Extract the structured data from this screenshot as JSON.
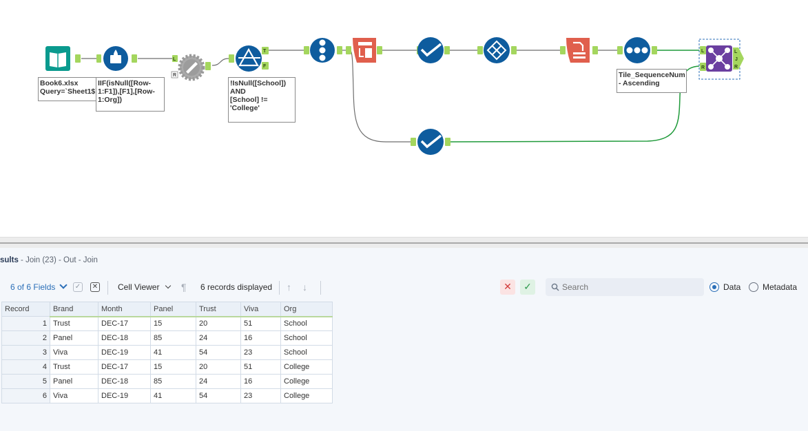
{
  "workflow": {
    "annotations": {
      "input": "Book6.xlsx\nQuery=`Sheet1$`",
      "formula": "IIF(isNull([Row-1:F1]),[F1],[Row-1:Org])",
      "filter": "!IsNull([School])\nAND\n[School] !=\n'College'",
      "sort": "Tile_SequenceNum - Ascending"
    },
    "anchors": {
      "left": "L",
      "right": "R",
      "true": "T",
      "false": "F",
      "join": "J"
    },
    "accent_colors": {
      "in_out": "#0a9a8e",
      "prep": "#0e5c9e",
      "transform": "#e05f4d",
      "join": "#6b3fa0",
      "connector": "#1f9a3a"
    }
  },
  "results": {
    "title_bold": "sults",
    "title_rest": " - Join (23) - Out - Join",
    "toolbar": {
      "fields": "6 of 6 Fields",
      "viewer": "Cell Viewer",
      "records": "6 records displayed",
      "search_placeholder": "Search",
      "data_option": "Data",
      "metadata_option": "Metadata"
    },
    "columns": [
      "Record",
      "Brand",
      "Month",
      "Panel",
      "Trust",
      "Viva",
      "Org"
    ],
    "rows": [
      [
        "1",
        "Trust",
        "DEC-17",
        "15",
        "20",
        "51",
        "School"
      ],
      [
        "2",
        "Panel",
        "DEC-18",
        "85",
        "24",
        "16",
        "School"
      ],
      [
        "3",
        "Viva",
        "DEC-19",
        "41",
        "54",
        "23",
        "School"
      ],
      [
        "4",
        "Trust",
        "DEC-17",
        "15",
        "20",
        "51",
        "College"
      ],
      [
        "5",
        "Panel",
        "DEC-18",
        "85",
        "24",
        "16",
        "College"
      ],
      [
        "6",
        "Viva",
        "DEC-19",
        "41",
        "54",
        "23",
        "College"
      ]
    ]
  }
}
